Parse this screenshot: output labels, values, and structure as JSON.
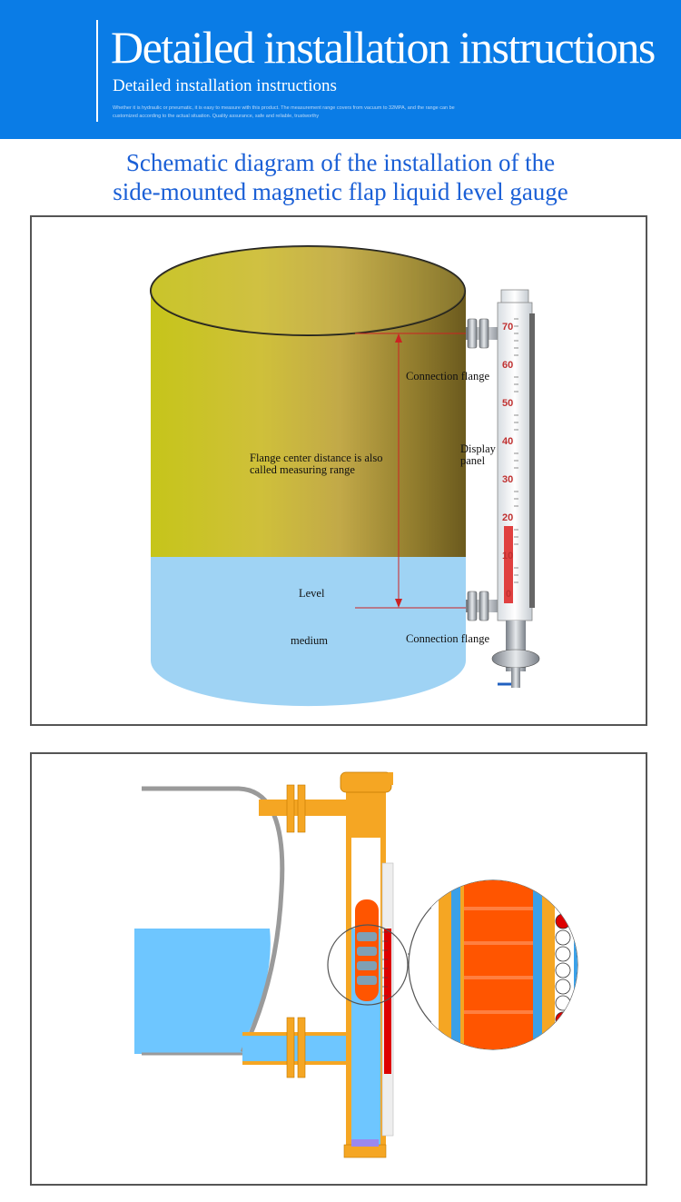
{
  "header": {
    "title": "Detailed installation instructions",
    "subtitle": "Detailed installation instructions",
    "fine_print": "Whether it is hydraulic or pneumatic, it is easy to measure with this product. The measurement range covers from vacuum to 32MPA, and the range can be customized according to the actual situation. Quality assurance, safe and reliable, trustworthy"
  },
  "heading": {
    "line1": "Schematic diagram of the installation of the",
    "line2": "side-mounted magnetic flap liquid level gauge"
  },
  "diagram1": {
    "labels": {
      "connection_flange_top": "Connection flange",
      "measuring_range_line1": "Flange center distance is also",
      "measuring_range_line2": "called measuring range",
      "display_panel_line1": "Display",
      "display_panel_line2": "panel",
      "level": "Level",
      "medium": "medium",
      "connection_flange_bottom": "Connection flange"
    },
    "scale_ticks": [
      "70",
      "60",
      "50",
      "40",
      "30",
      "20",
      "10",
      "0"
    ],
    "colors": {
      "tank": "#c8b42a",
      "medium": "#9fd3f4",
      "pointer": "#cc2222",
      "scale_red": "#e04040"
    }
  },
  "diagram2": {
    "colors": {
      "pipe": "#f5a623",
      "liquid": "#6ec6ff",
      "float": "#ff5500",
      "flap_red": "#dd0000",
      "tank_outline": "#9a9a9a"
    }
  }
}
